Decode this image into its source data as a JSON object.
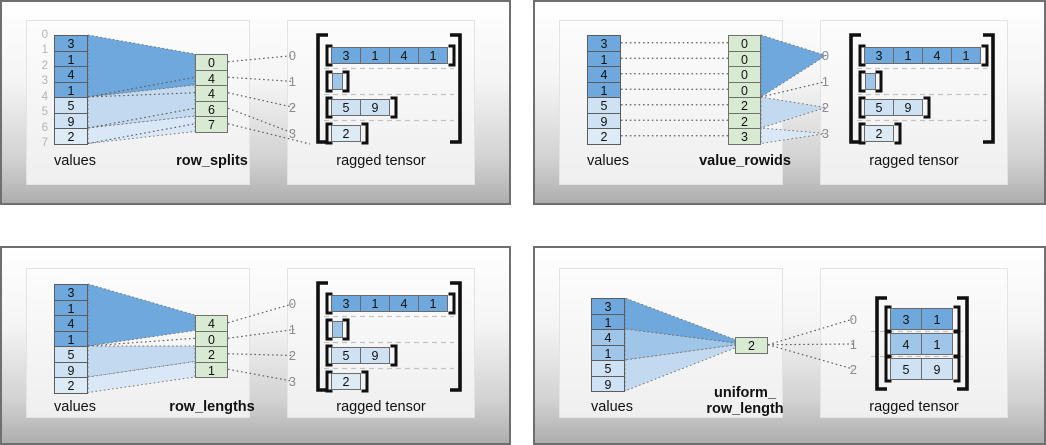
{
  "palette": {
    "dark": "#6fa8dc",
    "med": "#9fc5e8",
    "light": "#cfe2f3",
    "xlight": "#ddebf7",
    "green": "#d9ead3",
    "funnel_dark": "#6fa8dc",
    "funnel_med": "#9fc5e8",
    "funnel_light": "#c3d9ef",
    "funnel_xlight": "#d9e7f6"
  },
  "quadrants": [
    {
      "id": "row-splits",
      "labels": {
        "values": "values",
        "param": "row_splits",
        "tensor": "ragged tensor"
      },
      "param_label_lines": [
        "row_splits"
      ],
      "values": [
        {
          "v": "3",
          "shade": "dark"
        },
        {
          "v": "1",
          "shade": "dark"
        },
        {
          "v": "4",
          "shade": "dark"
        },
        {
          "v": "1",
          "shade": "dark"
        },
        {
          "v": "5",
          "shade": "light"
        },
        {
          "v": "9",
          "shade": "light"
        },
        {
          "v": "2",
          "shade": "xlight"
        }
      ],
      "boundary_indices": [
        "0",
        "1",
        "2",
        "3",
        "4",
        "5",
        "6",
        "7"
      ],
      "param_cells": [
        "0",
        "4",
        "4",
        "6",
        "7"
      ],
      "tensor_rows": [
        {
          "index": "0",
          "shade": "dark",
          "cells": [
            "3",
            "1",
            "4",
            "1"
          ]
        },
        {
          "index": "1",
          "shade": "med",
          "cells": []
        },
        {
          "index": "2",
          "shade": "light",
          "cells": [
            "5",
            "9"
          ]
        },
        {
          "index": "3",
          "shade": "xlight",
          "cells": [
            "2"
          ]
        }
      ]
    },
    {
      "id": "value-rowids",
      "labels": {
        "values": "values",
        "param": "value_rowids",
        "tensor": "ragged tensor"
      },
      "param_label_lines": [
        "value_rowids"
      ],
      "values": [
        {
          "v": "3",
          "shade": "dark"
        },
        {
          "v": "1",
          "shade": "dark"
        },
        {
          "v": "4",
          "shade": "dark"
        },
        {
          "v": "1",
          "shade": "dark"
        },
        {
          "v": "5",
          "shade": "light"
        },
        {
          "v": "9",
          "shade": "light"
        },
        {
          "v": "2",
          "shade": "xlight"
        }
      ],
      "boundary_indices": [],
      "param_cells": [
        "0",
        "0",
        "0",
        "0",
        "2",
        "2",
        "3"
      ],
      "tensor_rows": [
        {
          "index": "0",
          "shade": "dark",
          "cells": [
            "3",
            "1",
            "4",
            "1"
          ]
        },
        {
          "index": "1",
          "shade": "med",
          "cells": []
        },
        {
          "index": "2",
          "shade": "light",
          "cells": [
            "5",
            "9"
          ]
        },
        {
          "index": "3",
          "shade": "xlight",
          "cells": [
            "2"
          ]
        }
      ]
    },
    {
      "id": "row-lengths",
      "labels": {
        "values": "values",
        "param": "row_lengths",
        "tensor": "ragged tensor"
      },
      "param_label_lines": [
        "row_lengths"
      ],
      "values": [
        {
          "v": "3",
          "shade": "dark"
        },
        {
          "v": "1",
          "shade": "dark"
        },
        {
          "v": "4",
          "shade": "dark"
        },
        {
          "v": "1",
          "shade": "dark"
        },
        {
          "v": "5",
          "shade": "light"
        },
        {
          "v": "9",
          "shade": "light"
        },
        {
          "v": "2",
          "shade": "xlight"
        }
      ],
      "boundary_indices": [],
      "param_cells": [
        "4",
        "0",
        "2",
        "1"
      ],
      "tensor_rows": [
        {
          "index": "0",
          "shade": "dark",
          "cells": [
            "3",
            "1",
            "4",
            "1"
          ]
        },
        {
          "index": "1",
          "shade": "med",
          "cells": []
        },
        {
          "index": "2",
          "shade": "light",
          "cells": [
            "5",
            "9"
          ]
        },
        {
          "index": "3",
          "shade": "xlight",
          "cells": [
            "2"
          ]
        }
      ]
    },
    {
      "id": "uniform-row-length",
      "labels": {
        "values": "values",
        "param": "uniform_ row_length",
        "tensor": "ragged tensor"
      },
      "param_label_lines": [
        "uniform_",
        "row_length"
      ],
      "values": [
        {
          "v": "3",
          "shade": "dark"
        },
        {
          "v": "1",
          "shade": "dark"
        },
        {
          "v": "4",
          "shade": "med"
        },
        {
          "v": "1",
          "shade": "med"
        },
        {
          "v": "5",
          "shade": "light"
        },
        {
          "v": "9",
          "shade": "light"
        }
      ],
      "boundary_indices": [],
      "param_cells": [
        "2"
      ],
      "tensor_rows": [
        {
          "index": "0",
          "shade": "dark",
          "cells": [
            "3",
            "1"
          ]
        },
        {
          "index": "1",
          "shade": "med",
          "cells": [
            "4",
            "1"
          ]
        },
        {
          "index": "2",
          "shade": "light",
          "cells": [
            "5",
            "9"
          ]
        }
      ]
    }
  ]
}
